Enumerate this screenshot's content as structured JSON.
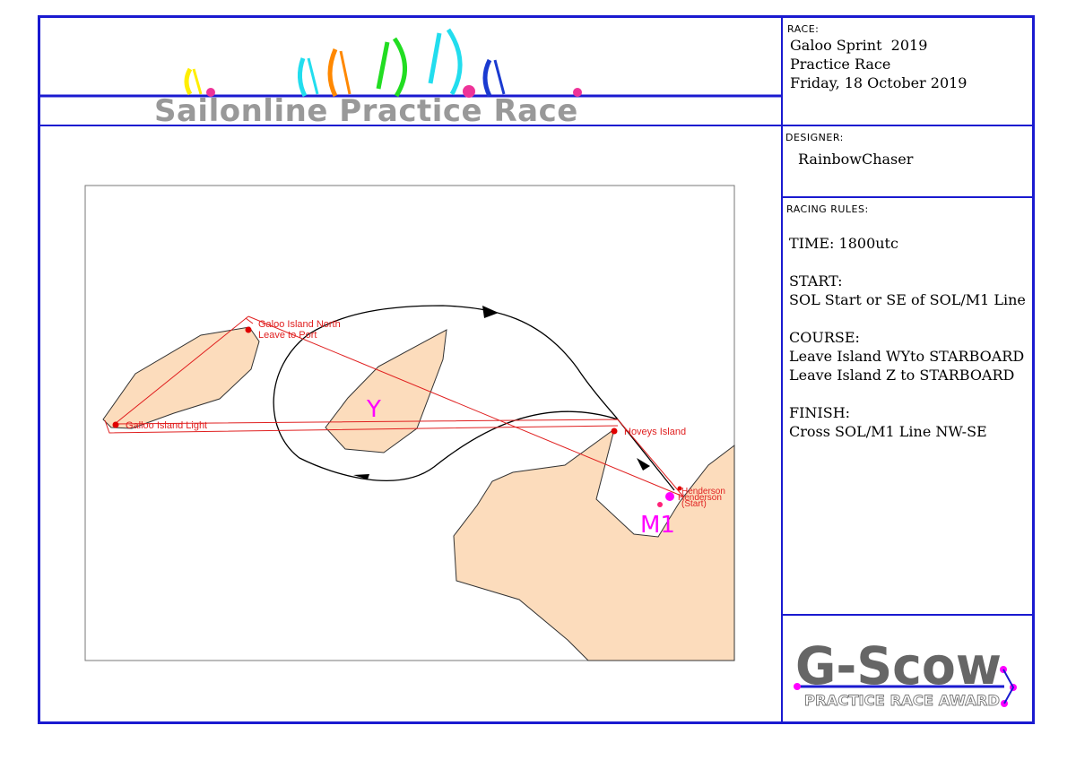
{
  "banner": {
    "title": "Sailonline Practice Race"
  },
  "race": {
    "header": "RACE:",
    "line1": "Galoo Sprint  2019",
    "line2": "Practice Race",
    "line3": "Friday, 18 October 2019"
  },
  "designer": {
    "header": "DESIGNER:",
    "name": "RainbowChaser"
  },
  "rules": {
    "header": "RACING RULES:",
    "time": "TIME: 1800utc",
    "start_header": "START:",
    "start_text": "SOL Start or SE of SOL/M1 Line",
    "course_header": "COURSE:",
    "course_line1": "Leave Island WYto STARBOARD",
    "course_line2": "Leave Island Z to STARBOARD",
    "finish_header": "FINISH:",
    "finish_text": "Cross SOL/M1 Line NW-SE"
  },
  "award": {
    "title": "G-Scow",
    "subtitle": "PRACTICE RACE AWARD"
  },
  "map": {
    "labels": {
      "galoo_north_1": "Galoo Island North",
      "galoo_north_2": "Leave to Port",
      "galoo_light": "Galloo Island Light",
      "hoveys": "Hoveys Island",
      "henderson_1": "Henderson",
      "henderson_2": "Henderson",
      "start": "(Start)",
      "island_y": "Y",
      "mark_m1": "M1"
    },
    "colors": {
      "land": "#fcdcbc",
      "route": "#e02020",
      "mark": "#e00000",
      "magenta": "#ff00ff",
      "course": "#000000"
    }
  }
}
